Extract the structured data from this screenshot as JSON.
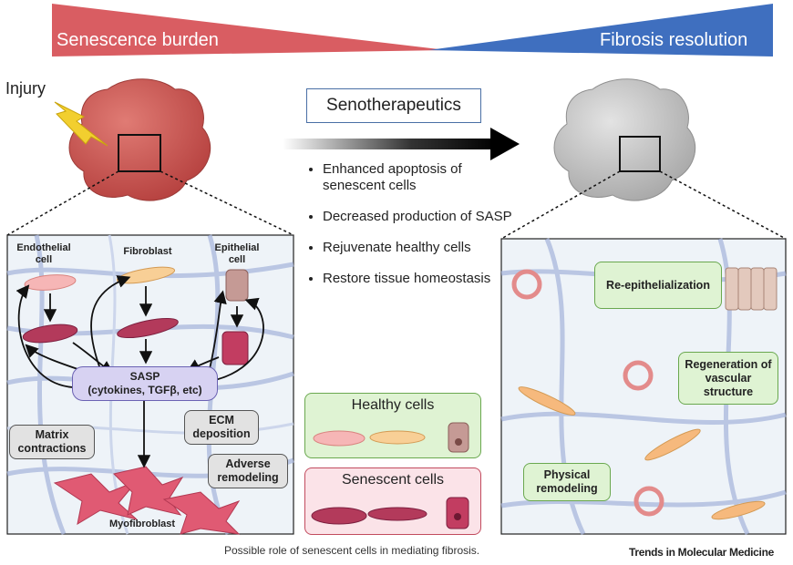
{
  "gradient_band": {
    "left_label": "Senescence burden",
    "right_label": "Fibrosis resolution",
    "left_color": "#d9535a",
    "right_color": "#3f6fbf"
  },
  "injury_label": "Injury",
  "senotherapeutics": {
    "title": "Senotherapeutics",
    "bullets": [
      "Enhanced apoptosis of senescent cells",
      "Decreased production of SASP",
      "Rejuvenate healthy cells",
      "Restore tissue homeostasis"
    ]
  },
  "left_panel": {
    "endothelial_label": "Endothelial cell",
    "fibroblast_label": "Fibroblast",
    "epithelial_label": "Epithelial cell",
    "sasp_title": "SASP",
    "sasp_subtitle": "(cytokines, TGFβ, etc)",
    "matrix_label": "Matrix contractions",
    "ecm_label": "ECM deposition",
    "adverse_label": "Adverse remodeling",
    "myofibroblast_label": "Myofibroblast"
  },
  "legend": {
    "healthy_title": "Healthy cells",
    "senescent_title": "Senescent cells"
  },
  "right_panel": {
    "reepi_label": "Re-epithelialization",
    "regen_label": "Regeneration of vascular structure",
    "physical_label": "Physical remodeling"
  },
  "colors": {
    "tissue_injured": "#c9504f",
    "tissue_healthy": "#c8c8c8",
    "healthy_box": "#dff3d3",
    "senescent_box": "#fbe3e8",
    "sasp_box": "#d7d2f2"
  },
  "caption": "Possible role of senescent cells in mediating fibrosis.",
  "brand": "Trends in Molecular Medicine"
}
